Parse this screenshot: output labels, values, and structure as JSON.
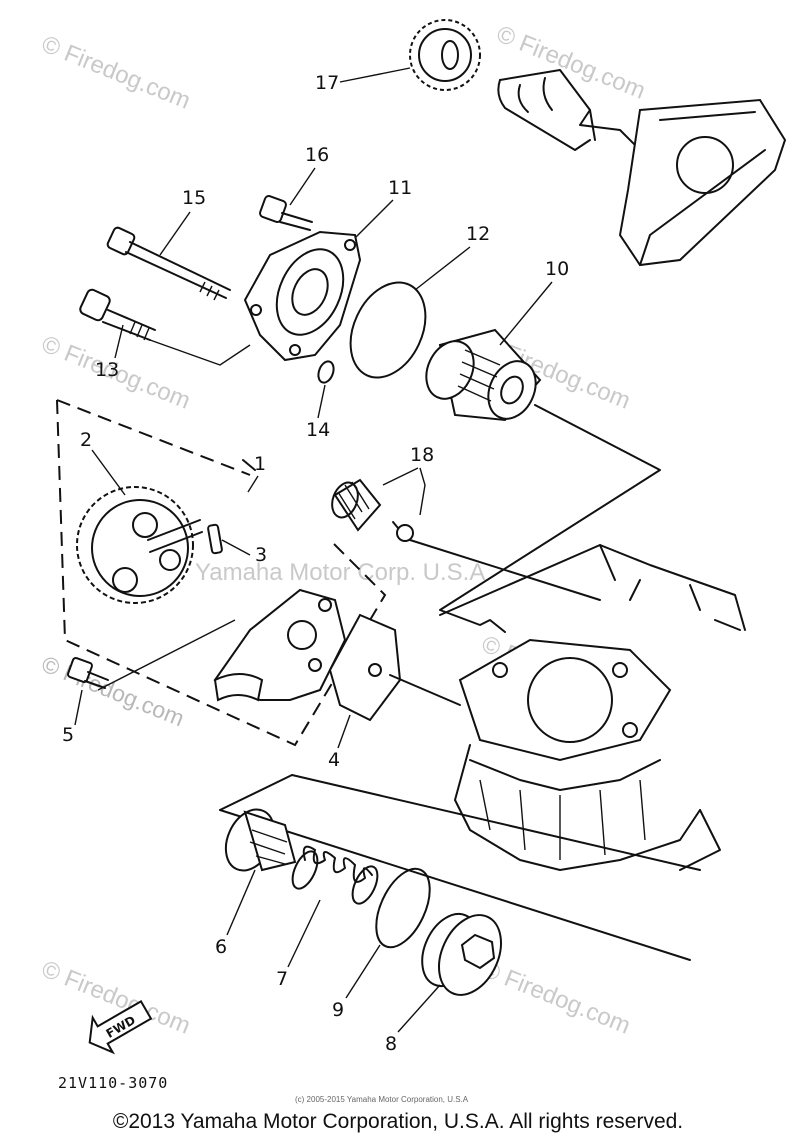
{
  "diagram": {
    "parts": [
      {
        "id": "1",
        "label": "1"
      },
      {
        "id": "2",
        "label": "2"
      },
      {
        "id": "3",
        "label": "3"
      },
      {
        "id": "4",
        "label": "4"
      },
      {
        "id": "5",
        "label": "5"
      },
      {
        "id": "6",
        "label": "6"
      },
      {
        "id": "7",
        "label": "7"
      },
      {
        "id": "8",
        "label": "8"
      },
      {
        "id": "9",
        "label": "9"
      },
      {
        "id": "10",
        "label": "10"
      },
      {
        "id": "11",
        "label": "11"
      },
      {
        "id": "12",
        "label": "12"
      },
      {
        "id": "13",
        "label": "13"
      },
      {
        "id": "14",
        "label": "14"
      },
      {
        "id": "15",
        "label": "15"
      },
      {
        "id": "16",
        "label": "16"
      },
      {
        "id": "17",
        "label": "17"
      },
      {
        "id": "18",
        "label": "18"
      }
    ],
    "diagram_code": "21V110-3070",
    "fwd_label": "FWD"
  },
  "watermarks": {
    "firedog": "© Firedog.com",
    "yamaha": "Yamaha Motor Corp. U.S.A",
    "small_copyright": "(c) 2005-2015 Yamaha Motor Corporation, U.S.A"
  },
  "footer": {
    "copyright": "©2013 Yamaha Motor Corporation, U.S.A. All rights reserved."
  }
}
